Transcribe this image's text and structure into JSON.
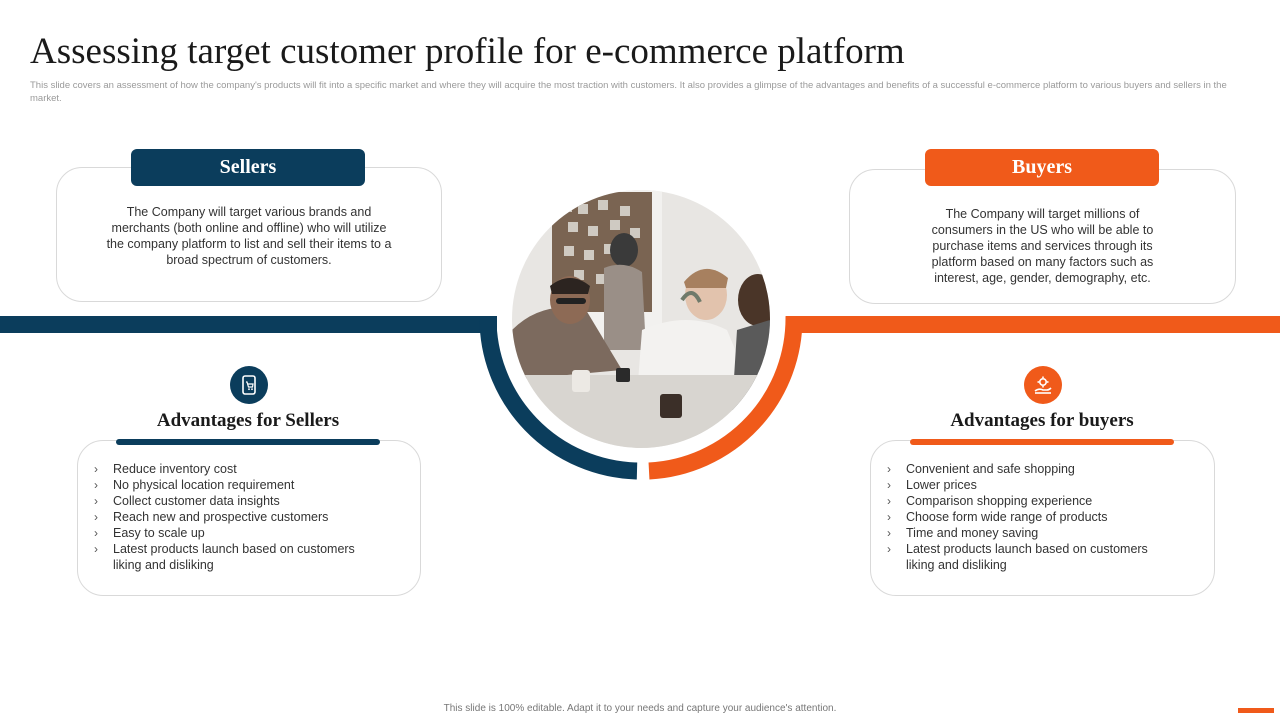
{
  "header": {
    "title": "Assessing target customer profile for e-commerce platform",
    "subtitle": "This slide covers an assessment of how the company's products will fit into a specific market and where they will acquire the most traction with customers. It also provides a glimpse of the advantages and benefits of a successful e-commerce platform to various buyers and sellers in the market."
  },
  "sellers": {
    "label": "Sellers",
    "description": "The Company will target various brands and merchants (both online and offline) who will utilize the company platform to list and sell their items to a broad spectrum of customers.",
    "icon": "shopping-cart-tablet-icon"
  },
  "buyers": {
    "label": "Buyers",
    "description": "The Company will target millions of consumers in the US who will be able to purchase items and services through its platform based on many factors such as interest, age, gender, demography, etc.",
    "icon": "hand-with-gear-icon"
  },
  "advantages_sellers": {
    "title": "Advantages for Sellers",
    "items": [
      "Reduce inventory  cost",
      "No physical location requirement",
      "Collect customer data insights",
      "Reach new and prospective customers",
      "Easy to scale up",
      "Latest products launch based on customers liking and disliking"
    ]
  },
  "advantages_buyers": {
    "title": "Advantages for buyers",
    "items": [
      "Convenient  and safe shopping",
      "Lower prices",
      "Comparison shopping experience",
      "Choose form wide range of products",
      "Time and money saving",
      "Latest products launch based on customers liking and disliking"
    ]
  },
  "footer": {
    "text": "This slide is 100% editable. Adapt it to your needs and capture your audience's attention."
  },
  "colors": {
    "navy": "#0b3d5c",
    "orange": "#f05a1a"
  }
}
